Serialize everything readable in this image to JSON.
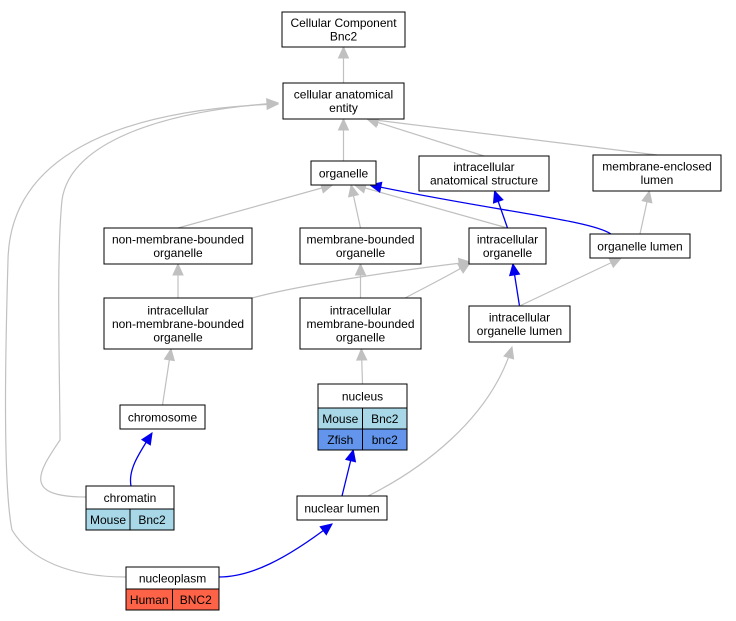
{
  "colors": {
    "edge_gray": "#c0c0c0",
    "edge_blue": "#0000ee",
    "mouse_cell": "#a8d8e8",
    "zfish_cell": "#6495ed",
    "human_cell": "#ff6347",
    "node_fill": "#ffffff",
    "node_border": "#000000"
  },
  "nodes": {
    "root": {
      "lines": [
        "Cellular Component",
        "Bnc2"
      ]
    },
    "cae": {
      "lines": [
        "cellular anatomical",
        "entity"
      ]
    },
    "organelle": {
      "lines": [
        "organelle"
      ]
    },
    "ias": {
      "lines": [
        "intracellular",
        "anatomical structure"
      ]
    },
    "mel": {
      "lines": [
        "membrane-enclosed",
        "lumen"
      ]
    },
    "nmbo": {
      "lines": [
        "non-membrane-bounded",
        "organelle"
      ]
    },
    "mbo": {
      "lines": [
        "membrane-bounded",
        "organelle"
      ]
    },
    "io": {
      "lines": [
        "intracellular",
        "organelle"
      ]
    },
    "olumen": {
      "lines": [
        "organelle lumen"
      ]
    },
    "inmbo": {
      "lines": [
        "intracellular",
        "non-membrane-bounded",
        "organelle"
      ]
    },
    "imbo": {
      "lines": [
        "intracellular",
        "membrane-bounded",
        "organelle"
      ]
    },
    "iol": {
      "lines": [
        "intracellular",
        "organelle lumen"
      ]
    },
    "chromosome": {
      "lines": [
        "chromosome"
      ]
    },
    "nucleus": {
      "lines": [
        "nucleus"
      ],
      "rows": [
        {
          "species": "Mouse",
          "gene": "Bnc2",
          "color": "#a8d8e8"
        },
        {
          "species": "Zfish",
          "gene": "bnc2",
          "color": "#6495ed"
        }
      ]
    },
    "chromatin": {
      "lines": [
        "chromatin"
      ],
      "rows": [
        {
          "species": "Mouse",
          "gene": "Bnc2",
          "color": "#a8d8e8"
        }
      ]
    },
    "nlumen": {
      "lines": [
        "nuclear lumen"
      ]
    },
    "nucleoplasm": {
      "lines": [
        "nucleoplasm"
      ],
      "rows": [
        {
          "species": "Human",
          "gene": "BNC2",
          "color": "#ff6347"
        }
      ]
    }
  },
  "edges": [
    {
      "from": "cae",
      "to": "root",
      "type": "gray"
    },
    {
      "from": "organelle",
      "to": "cae",
      "type": "gray"
    },
    {
      "from": "ias",
      "to": "cae",
      "type": "gray"
    },
    {
      "from": "mel",
      "to": "cae",
      "type": "gray"
    },
    {
      "from": "nmbo",
      "to": "organelle",
      "type": "gray"
    },
    {
      "from": "mbo",
      "to": "organelle",
      "type": "gray"
    },
    {
      "from": "io",
      "to": "organelle",
      "type": "gray"
    },
    {
      "from": "olumen",
      "to": "organelle",
      "type": "blue"
    },
    {
      "from": "io",
      "to": "ias",
      "type": "blue"
    },
    {
      "from": "olumen",
      "to": "mel",
      "type": "gray"
    },
    {
      "from": "inmbo",
      "to": "nmbo",
      "type": "gray"
    },
    {
      "from": "inmbo",
      "to": "io",
      "type": "gray"
    },
    {
      "from": "imbo",
      "to": "mbo",
      "type": "gray"
    },
    {
      "from": "imbo",
      "to": "io",
      "type": "gray"
    },
    {
      "from": "iol",
      "to": "io",
      "type": "blue"
    },
    {
      "from": "iol",
      "to": "olumen",
      "type": "gray"
    },
    {
      "from": "chromosome",
      "to": "inmbo",
      "type": "gray"
    },
    {
      "from": "nucleus",
      "to": "imbo",
      "type": "gray"
    },
    {
      "from": "chromatin",
      "to": "chromosome",
      "type": "blue"
    },
    {
      "from": "chromatin",
      "to": "cae",
      "type": "gray"
    },
    {
      "from": "nlumen",
      "to": "nucleus",
      "type": "blue"
    },
    {
      "from": "nlumen",
      "to": "iol",
      "type": "gray"
    },
    {
      "from": "nucleoplasm",
      "to": "nlumen",
      "type": "blue"
    },
    {
      "from": "nucleoplasm",
      "to": "cae",
      "type": "gray"
    }
  ]
}
